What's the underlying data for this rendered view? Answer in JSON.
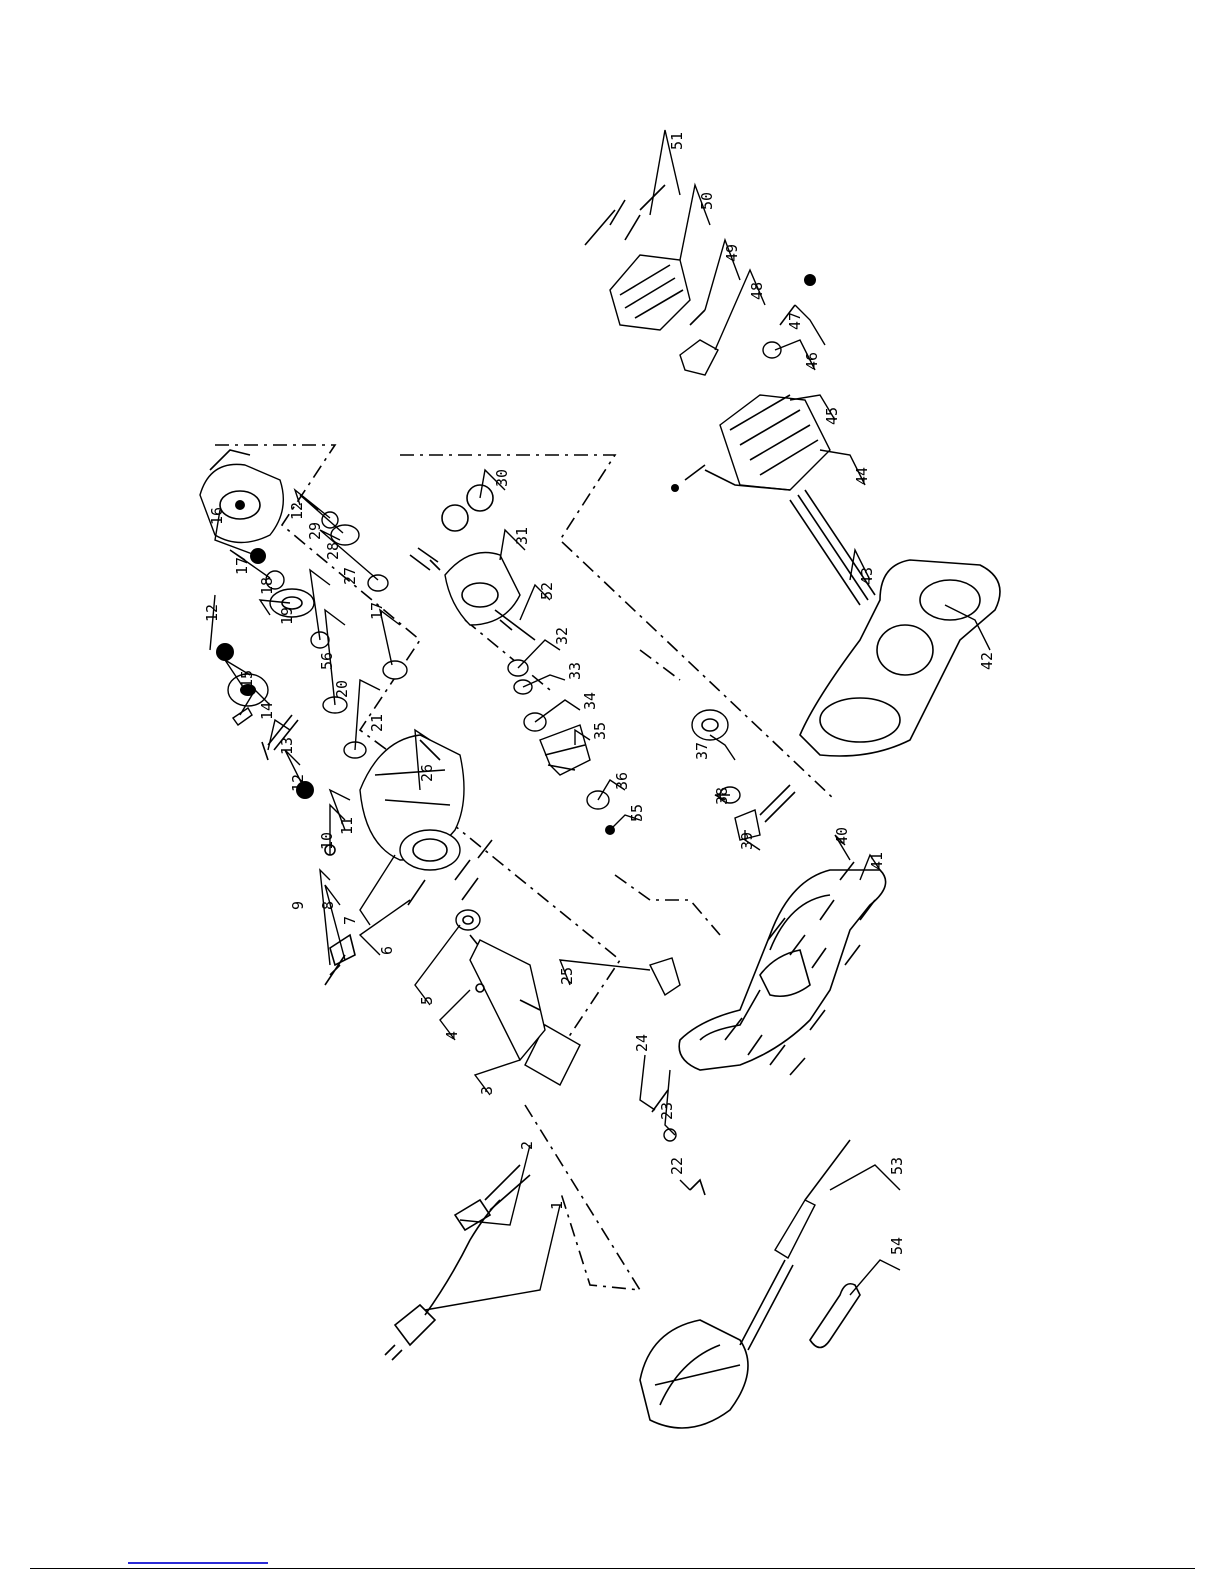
{
  "labels": {
    "p1": "1",
    "p2": "2",
    "p3": "3",
    "p4": "4",
    "p5": "5",
    "p6": "6",
    "p7": "7",
    "p8": "8",
    "p9": "9",
    "p10": "10",
    "p11": "11",
    "p12": "12",
    "p12b": "12",
    "p12c": "12",
    "p13": "13",
    "p14": "14",
    "p15": "15",
    "p16": "16",
    "p17": "17",
    "p17b": "17",
    "p18": "18",
    "p19": "19",
    "p20": "20",
    "p21": "21",
    "p22": "22",
    "p23": "23",
    "p24": "24",
    "p25": "25",
    "p26": "26",
    "p27": "27",
    "p28": "28",
    "p29": "29",
    "p30": "30",
    "p31": "31",
    "p32": "32",
    "p33": "33",
    "p34": "34",
    "p35": "35",
    "p36": "36",
    "p37": "37",
    "p38": "38",
    "p39": "39",
    "p40": "40",
    "p41": "41",
    "p42": "42",
    "p43": "43",
    "p44": "44",
    "p45": "45",
    "p46": "46",
    "p47": "47",
    "p48": "48",
    "p49": "49",
    "p50": "50",
    "p51": "51",
    "p52": "52",
    "p53": "53",
    "p54": "54",
    "p55": "55",
    "p56": "56"
  },
  "colors": {
    "ink": "#000000",
    "link_underline": "#2b2bd6"
  }
}
